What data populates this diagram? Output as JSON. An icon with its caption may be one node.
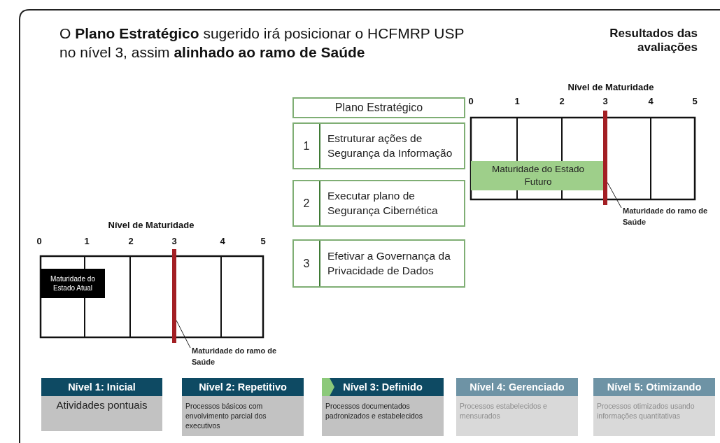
{
  "diagram": {
    "title": "O **Plano Estratégico** sugerido irá posicionar o HCFMRP USP no nível 3, assim **alinhado ao ramo de Saúde**",
    "nodes": [
      {
        "text": [
          "Plano Estratégico"
        ]
      },
      {
        "text": [
          "1",
          "Estruturar ações de Segurança da Informação"
        ]
      },
      {
        "text": [
          "2",
          "Executar plano de Segurança Cibernética"
        ]
      },
      {
        "text": [
          "3",
          "Efetivar a Governança da Privacidade de Dados"
        ]
      },
      {
        "text": [
          "Maturidade do Estado Atual"
        ]
      },
      {
        "text": [
          "Maturidade do ramo de Saúde"
        ]
      },
      {
        "text": [],
        "shape": "bar"
      },
      {
        "text": [
          "Maturidade do Estado Futuro"
        ]
      },
      {
        "text": [
          "Maturidade do ramo de Saúde"
        ]
      },
      {
        "text": [],
        "shape": "bar"
      },
      {
        "text": [
          "Nível 1: Inicial",
          "Atividades pontuais"
        ]
      },
      {
        "text": [
          "Nível 2: Repetitivo",
          "Processos básicos com envolvimento parcial dos executivos"
        ]
      },
      {
        "text": [
          "Nível 3: Definido",
          "Processos documentados padronizados e estabelecidos"
        ]
      },
      {
        "text": [
          "Nível 4: Gerenciado",
          "Processos estabelecidos e mensurados"
        ]
      },
      {
        "text": [
          "Nível 5: Otimizando",
          "Processos otimizados usando informações quantitativas"
        ]
      }
    ],
    "edges": [
      {
        "from": 5,
        "to": 6,
        "arrow": "none"
      },
      {
        "from": 8,
        "to": 9,
        "arrow": "none"
      }
    ],
    "labels": [
      "Resultados das avaliações",
      "Nível de Maturidade",
      "0",
      "1",
      "2",
      "3",
      "4",
      "5",
      "Nível de Maturidade",
      "0",
      "1",
      "2",
      "3",
      "4",
      "5"
    ]
  }
}
